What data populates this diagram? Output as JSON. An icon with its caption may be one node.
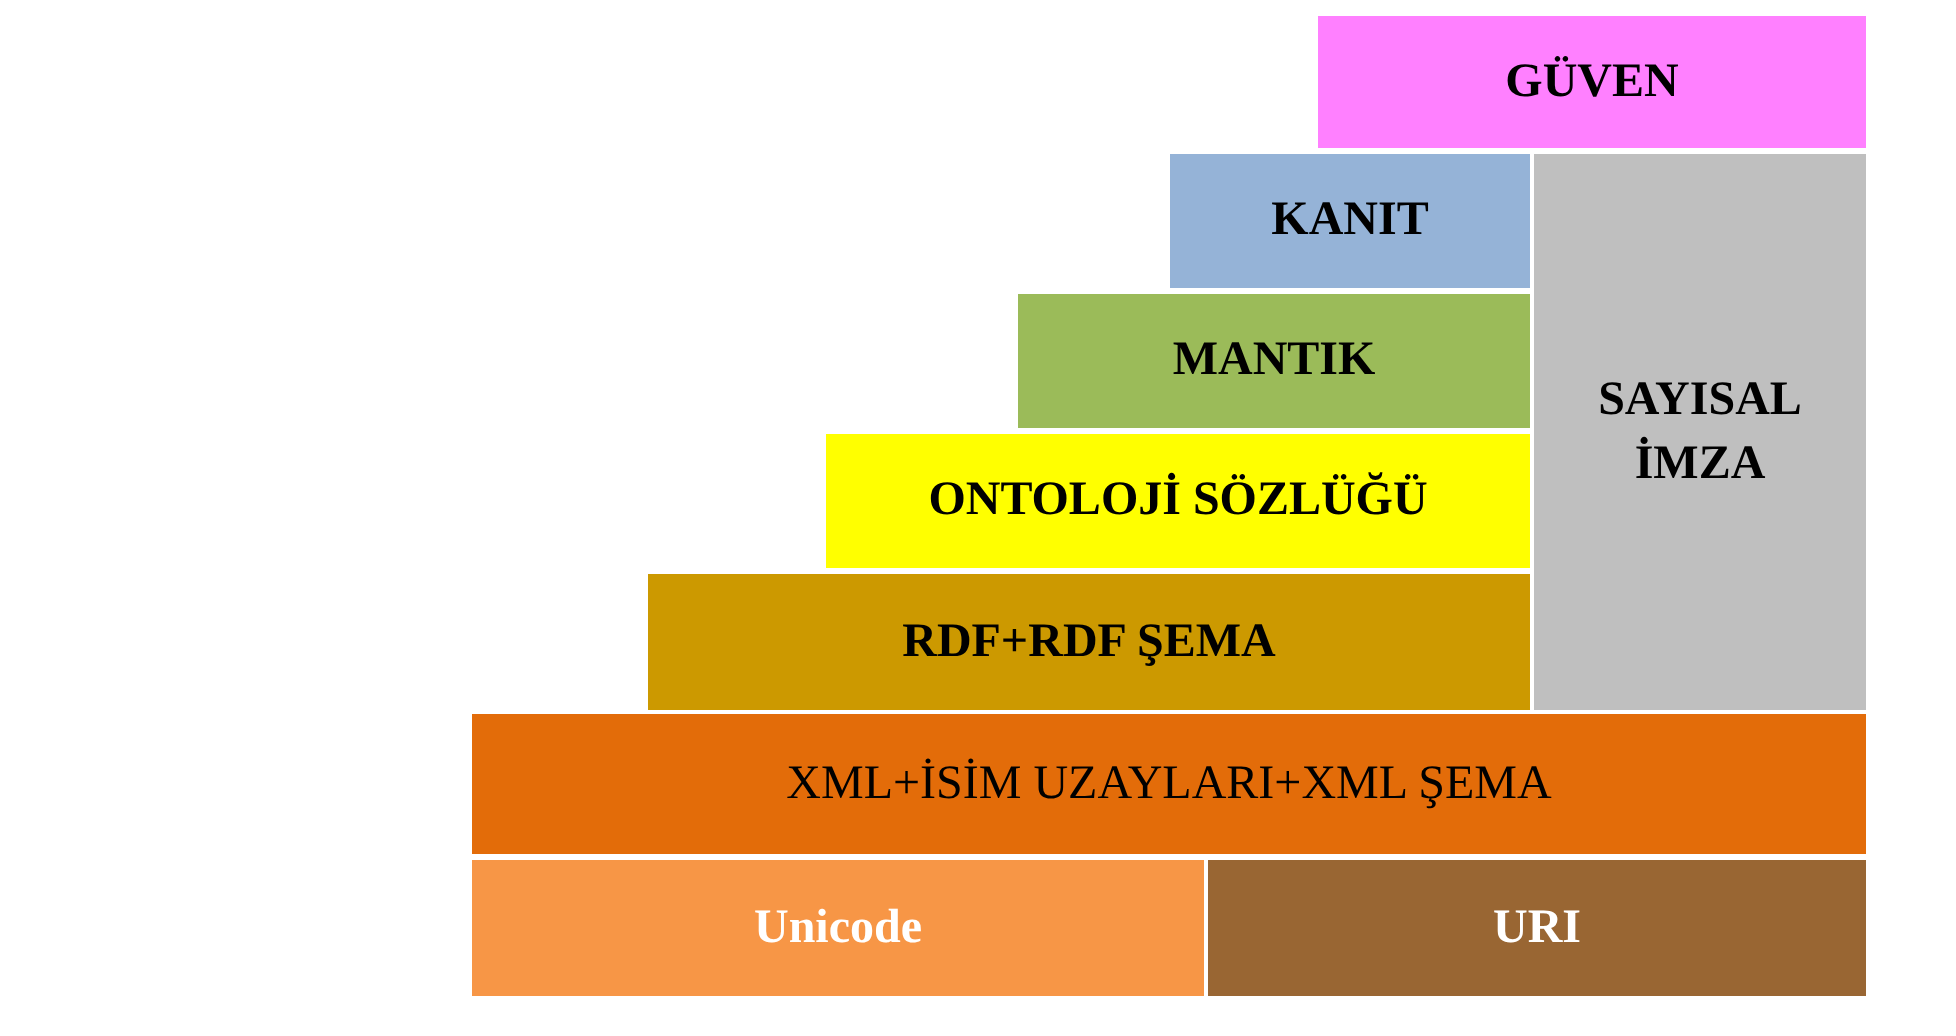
{
  "diagram": {
    "nodes": [
      {
        "text": [
          "GÜVEN"
        ]
      },
      {
        "text": [
          "KANIT"
        ]
      },
      {
        "text": [
          "SAYISAL İMZA"
        ]
      },
      {
        "text": [
          "MANTIK"
        ]
      },
      {
        "text": [
          "ONTOLOJİ SÖZLÜĞÜ"
        ]
      },
      {
        "text": [
          "RDF+RDF ŞEMA"
        ]
      },
      {
        "text": [
          "XML+İSİM UZAYLARI+XML ŞEMA"
        ]
      },
      {
        "text": [
          "Unicode"
        ]
      },
      {
        "text": [
          "URI"
        ]
      }
    ]
  }
}
